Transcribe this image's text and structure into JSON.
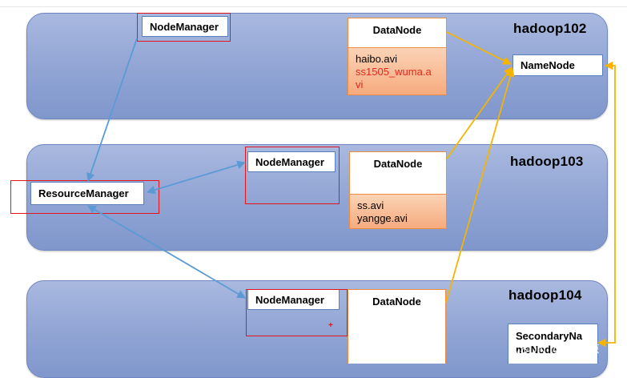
{
  "hosts": {
    "h102": "hadoop102",
    "h103": "hadoop103",
    "h104": "hadoop104"
  },
  "nodes": {
    "node_manager": "NodeManager",
    "resource_manager": "ResourceManager",
    "datanode": "DataNode",
    "namenode": "NameNode",
    "secondary_namenode_line1": "SecondaryNa",
    "secondary_namenode_line2": "meNode"
  },
  "files": {
    "h102": [
      "haibo.avi",
      "ss1505_wuma.a",
      "vi"
    ],
    "h103": [
      "ss.avi",
      "yangge.avi"
    ]
  },
  "marks": {
    "plus": "+"
  },
  "watermark": "CSDN @脑瓜凉",
  "colors": {
    "yarn_link": "#5b9bd5",
    "hdfs_link": "#f5b400",
    "highlight": "#e3151a",
    "file_red": "#e8251b"
  }
}
